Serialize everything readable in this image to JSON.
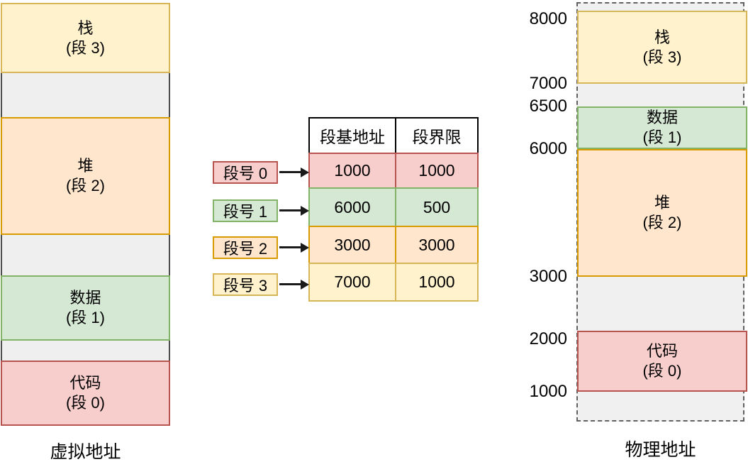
{
  "diagram_title": "segmentation-address-translation",
  "colors": {
    "yellow_fill": "#FFF2CC",
    "yellow_stroke": "#D6B656",
    "orange_fill": "#FFE6CC",
    "orange_stroke": "#D79B00",
    "green_fill": "#D5E8D4",
    "green_stroke": "#82B366",
    "red_fill": "#F8CECC",
    "red_stroke": "#B85450",
    "gap_fill": "#EFEFEF",
    "gap_stroke": "#4D4D4D",
    "table_header_stroke": "#000000",
    "arrow_color": "#1a1a1a"
  },
  "virtual_memory": {
    "label": "虚拟地址",
    "segments": [
      {
        "title": "栈",
        "subtitle": "(段 3)",
        "color": "yellow"
      },
      {
        "title": "堆",
        "subtitle": "(段 2)",
        "color": "orange"
      },
      {
        "title": "数据",
        "subtitle": "(段 1)",
        "color": "green"
      },
      {
        "title": "代码",
        "subtitle": "(段 0)",
        "color": "red"
      }
    ]
  },
  "segment_table": {
    "headers": {
      "base": "段基地址",
      "limit": "段界限"
    },
    "rows": [
      {
        "label": "段号 0",
        "base": "1000",
        "limit": "1000",
        "color": "red"
      },
      {
        "label": "段号 1",
        "base": "6000",
        "limit": "500",
        "color": "green"
      },
      {
        "label": "段号 2",
        "base": "3000",
        "limit": "3000",
        "color": "orange"
      },
      {
        "label": "段号 3",
        "base": "7000",
        "limit": "1000",
        "color": "yellow"
      }
    ]
  },
  "physical_memory": {
    "label": "物理地址",
    "addresses": [
      "8000",
      "7000",
      "6500",
      "6000",
      "3000",
      "2000",
      "1000"
    ],
    "segments": [
      {
        "title": "栈",
        "subtitle": "(段 3)",
        "color": "yellow",
        "top_addr": "8000",
        "bottom_addr": "7000"
      },
      {
        "title": "数据",
        "subtitle": "(段 1)",
        "color": "green",
        "top_addr": "6500",
        "bottom_addr": "6000"
      },
      {
        "title": "堆",
        "subtitle": "(段 2)",
        "color": "orange",
        "top_addr": "6000",
        "bottom_addr": "3000"
      },
      {
        "title": "代码",
        "subtitle": "(段 0)",
        "color": "red",
        "top_addr": "2000",
        "bottom_addr": "1000"
      }
    ]
  }
}
